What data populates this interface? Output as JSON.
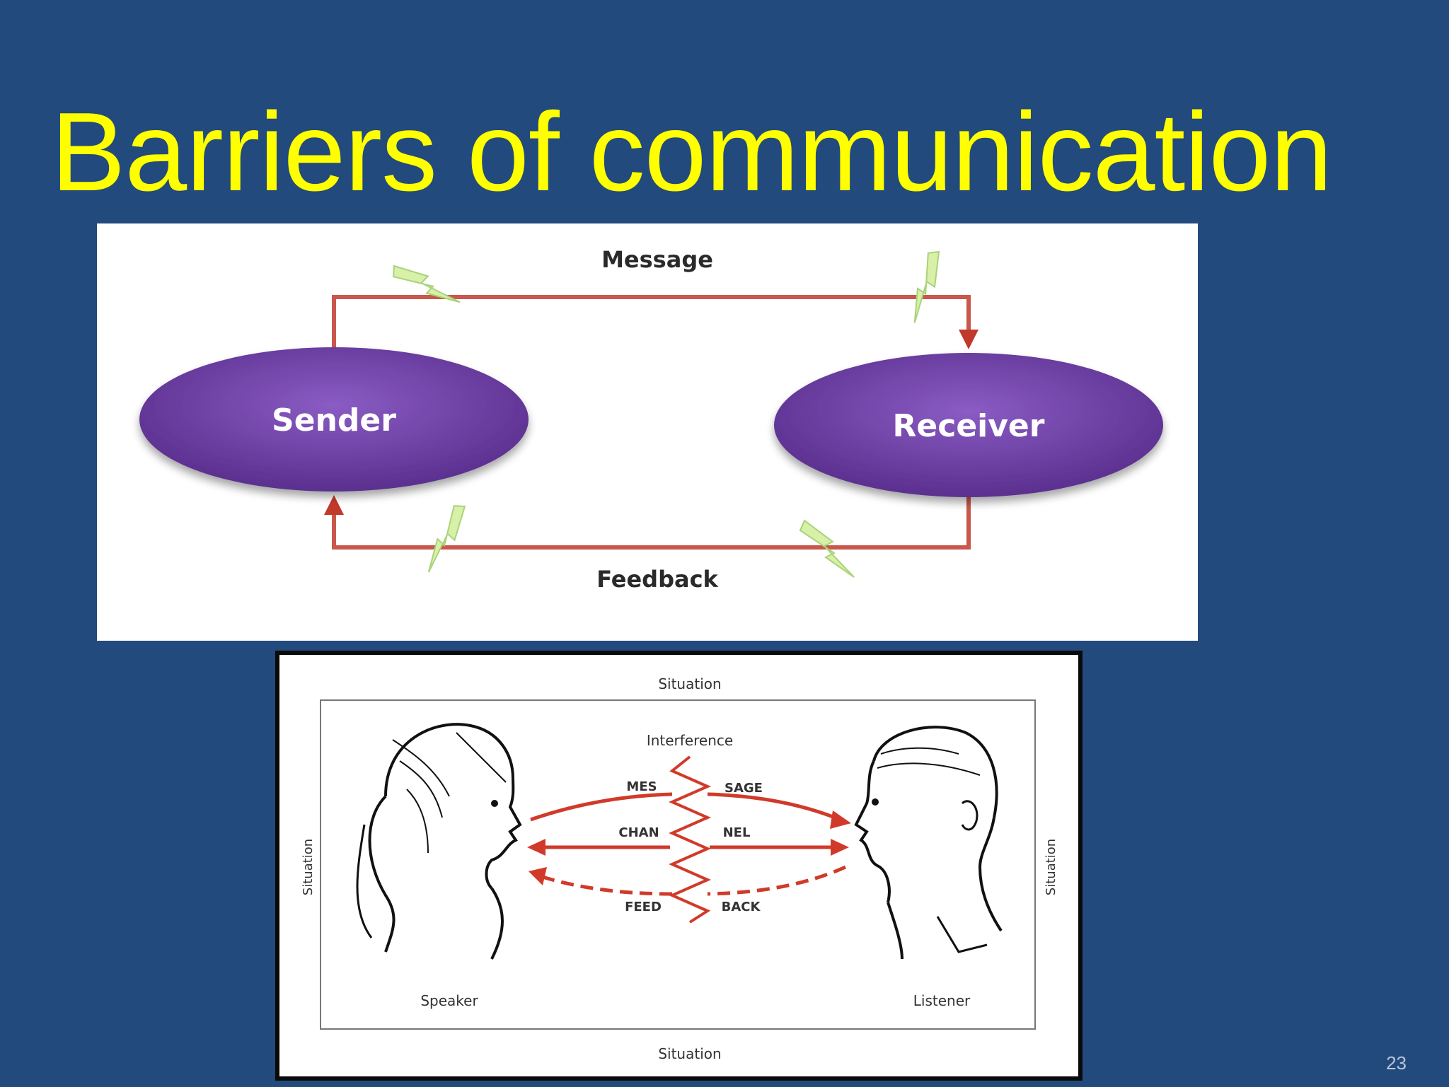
{
  "slide": {
    "title": "Barriers of communication",
    "page_number": "23"
  },
  "colors": {
    "background": "#224a7c",
    "title": "#ffff00",
    "ellipse": "#6a3fa0",
    "arrow": "#c0392b",
    "lightning": "#d8f0a8"
  },
  "diagram_top": {
    "message_label": "Message",
    "feedback_label": "Feedback",
    "sender_label": "Sender",
    "receiver_label": "Receiver",
    "barrier_icon": "lightning-bolt-icon"
  },
  "diagram_bottom": {
    "situation_top": "Situation",
    "situation_bottom": "Situation",
    "situation_left": "Situation",
    "situation_right": "Situation",
    "interference": "Interference",
    "mes": "MES",
    "sage": "SAGE",
    "chan": "CHAN",
    "nel": "NEL",
    "feed": "FEED",
    "back": "BACK",
    "speaker": "Speaker",
    "listener": "Listener"
  }
}
